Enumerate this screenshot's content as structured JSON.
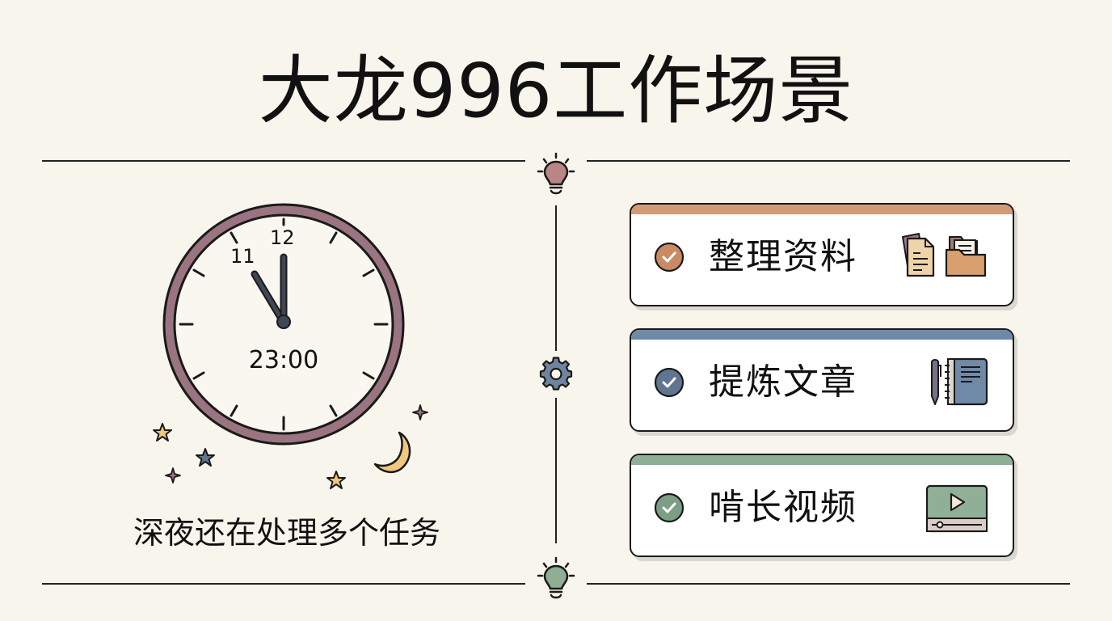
{
  "title": "大龙996工作场景",
  "clock": {
    "time_label": "23:00",
    "numbers": [
      "12",
      "11"
    ],
    "ring_color": "#9a7480",
    "hand_color": "#3f4757"
  },
  "left_caption": "深夜还在处理多个任务",
  "timeline_icons": {
    "top": "lightbulb-icon",
    "middle": "gear-icon",
    "bottom": "lightbulb-icon"
  },
  "tasks": [
    {
      "label": "整理资料",
      "accent": "#d39a76",
      "check_color": "#c98a66",
      "icon": "documents-folder-icon"
    },
    {
      "label": "提炼文章",
      "accent": "#6f8aa6",
      "check_color": "#5f7590",
      "icon": "pen-notebook-icon"
    },
    {
      "label": "啃长视频",
      "accent": "#8fb096",
      "check_color": "#7c9e84",
      "icon": "video-player-icon"
    }
  ],
  "colors": {
    "background": "#f8f5ec",
    "bulb_top": "#b98585",
    "gear": "#6f849f",
    "bulb_bottom": "#8fae94",
    "star_yellow": "#efc77d",
    "star_blue": "#5f7590",
    "moon": "#efc77d"
  }
}
